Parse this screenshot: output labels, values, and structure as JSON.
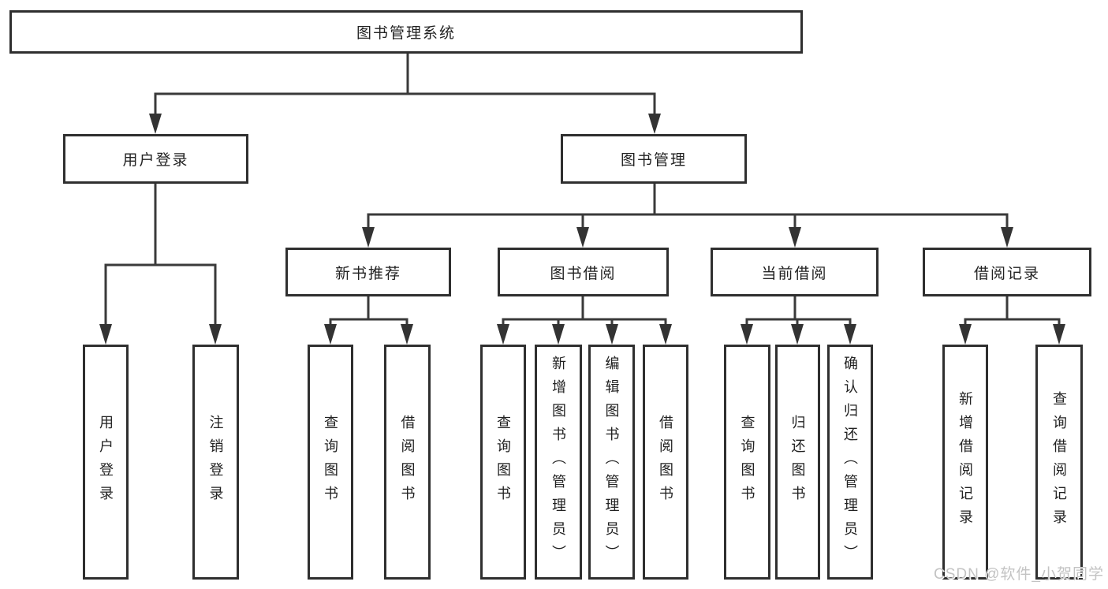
{
  "diagram": {
    "type": "tree",
    "root": {
      "label": "图书管理系统"
    },
    "level2": [
      {
        "label": "用户登录",
        "children": [
          "用户登录",
          "注销登录"
        ]
      },
      {
        "label": "图书管理",
        "children": [
          "新书推荐",
          "图书借阅",
          "当前借阅",
          "借阅记录"
        ]
      }
    ],
    "level3": [
      {
        "label": "新书推荐",
        "children": [
          "查询图书",
          "借阅图书"
        ]
      },
      {
        "label": "图书借阅",
        "children": [
          "查询图书",
          "新增图书（管理员）",
          "编辑图书（管理员）",
          "借阅图书"
        ]
      },
      {
        "label": "当前借阅",
        "children": [
          "查询图书",
          "归还图书",
          "确认归还（管理员）"
        ]
      },
      {
        "label": "借阅记录",
        "children": [
          "新增借阅记录",
          "查询借阅记录"
        ]
      }
    ],
    "leaves": [
      {
        "label": "用户登录",
        "parent": "用户登录"
      },
      {
        "label": "注销登录",
        "parent": "用户登录"
      },
      {
        "label": "查询图书",
        "parent": "新书推荐"
      },
      {
        "label": "借阅图书",
        "parent": "新书推荐"
      },
      {
        "label": "查询图书",
        "parent": "图书借阅"
      },
      {
        "label": "新增图书（管理员）",
        "parent": "图书借阅"
      },
      {
        "label": "编辑图书（管理员）",
        "parent": "图书借阅"
      },
      {
        "label": "借阅图书",
        "parent": "图书借阅"
      },
      {
        "label": "查询图书",
        "parent": "当前借阅"
      },
      {
        "label": "归还图书",
        "parent": "当前借阅"
      },
      {
        "label": "确认归还（管理员）",
        "parent": "当前借阅"
      },
      {
        "label": "新增借阅记录",
        "parent": "借阅记录"
      },
      {
        "label": "查询借阅记录",
        "parent": "借阅记录"
      }
    ]
  },
  "watermark": {
    "text": "CSDN @软件_小贺同学"
  },
  "colors": {
    "line": "#3a3a3a",
    "box_border": "#2f2f2f",
    "text": "#222222",
    "watermark": "#c3c3c3",
    "background": "#ffffff"
  }
}
